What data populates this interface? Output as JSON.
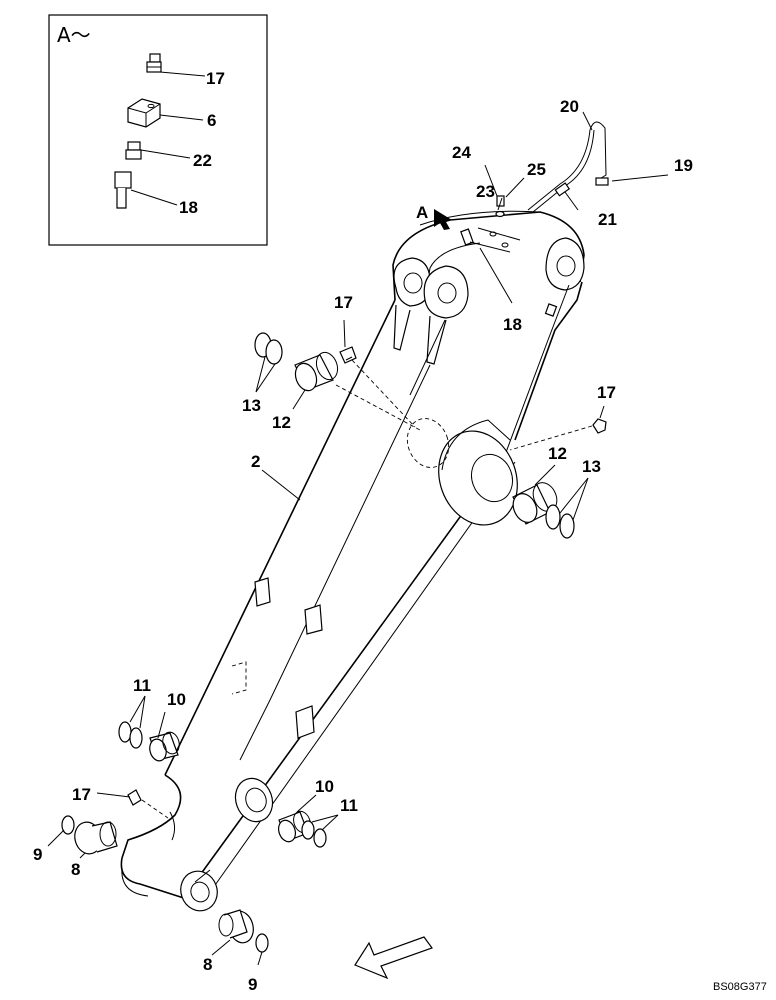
{
  "inset": {
    "label": "A～"
  },
  "view_marker": "A",
  "drawing_code": "BS08G377",
  "callouts": [
    {
      "id": "c-inset-17",
      "text": "17"
    },
    {
      "id": "c-inset-6",
      "text": "6"
    },
    {
      "id": "c-inset-22",
      "text": "22"
    },
    {
      "id": "c-inset-18",
      "text": "18"
    },
    {
      "id": "c-20",
      "text": "20"
    },
    {
      "id": "c-24",
      "text": "24"
    },
    {
      "id": "c-25",
      "text": "25"
    },
    {
      "id": "c-19",
      "text": "19"
    },
    {
      "id": "c-23",
      "text": "23"
    },
    {
      "id": "c-21",
      "text": "21"
    },
    {
      "id": "c-18",
      "text": "18"
    },
    {
      "id": "c-17-top",
      "text": "17"
    },
    {
      "id": "c-13-left",
      "text": "13"
    },
    {
      "id": "c-12-left",
      "text": "12"
    },
    {
      "id": "c-17-right",
      "text": "17"
    },
    {
      "id": "c-12-right",
      "text": "12"
    },
    {
      "id": "c-13-right",
      "text": "13"
    },
    {
      "id": "c-2",
      "text": "2"
    },
    {
      "id": "c-11-left",
      "text": "11"
    },
    {
      "id": "c-10-left",
      "text": "10"
    },
    {
      "id": "c-17-bottom",
      "text": "17"
    },
    {
      "id": "c-10-right",
      "text": "10"
    },
    {
      "id": "c-11-right",
      "text": "11"
    },
    {
      "id": "c-9-left",
      "text": "9"
    },
    {
      "id": "c-8-left",
      "text": "8"
    },
    {
      "id": "c-8-bottom",
      "text": "8"
    },
    {
      "id": "c-9-bottom",
      "text": "9"
    }
  ]
}
